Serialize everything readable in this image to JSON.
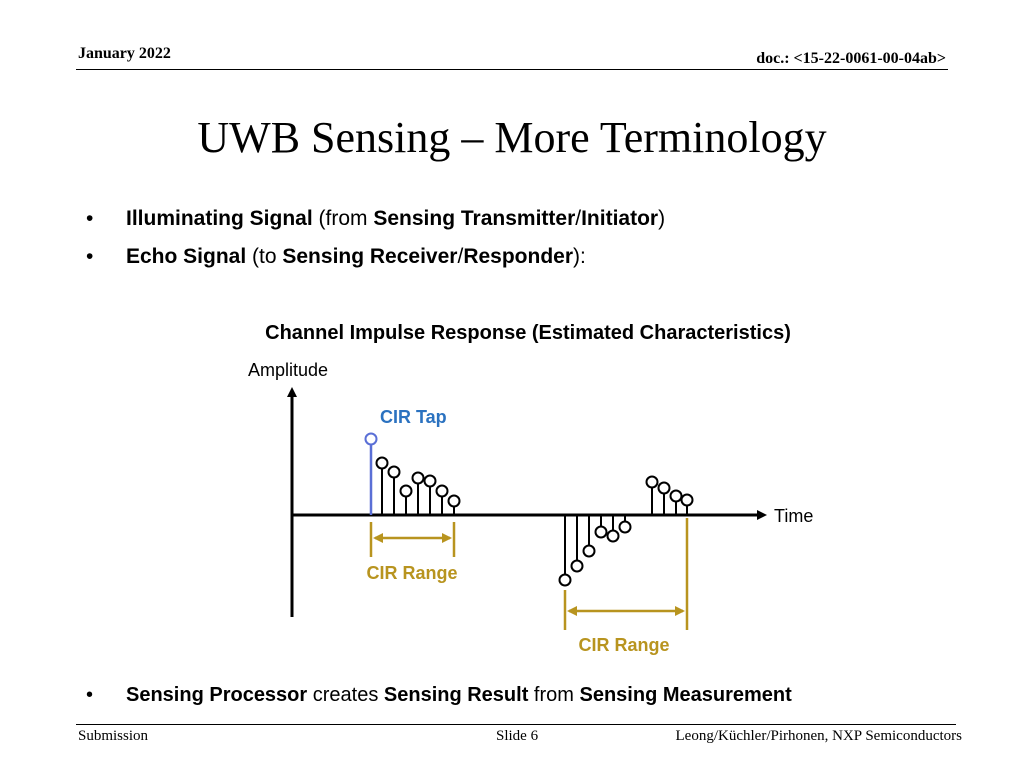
{
  "header": {
    "date": "January 2022",
    "doc": "doc.: <15-22-0061-00-04ab>"
  },
  "title": "UWB Sensing – More Terminology",
  "bullets": [
    {
      "bullet": "•",
      "term1": "Illuminating Signal",
      "mid1": " (from ",
      "term2": "Sensing Transmitter",
      "mid2": "/",
      "term3": "Initiator",
      "end": ")"
    },
    {
      "bullet": "•",
      "term1": "Echo Signal",
      "mid1": " (to ",
      "term2": "Sensing Receiver",
      "mid2": "/",
      "term3": "Responder",
      "end": "):"
    }
  ],
  "figure": {
    "title": "Channel Impulse Response (Estimated Characteristics)",
    "y_axis_label": "Amplitude",
    "x_axis_label": "Time",
    "tap_label": "CIR Tap",
    "range_label_1": "CIR Range",
    "range_label_2": "CIR Range",
    "colors": {
      "axis": "#000000",
      "tap": "#5a6fd6",
      "tap_label": "#2b72c0",
      "range": "#b8941f"
    }
  },
  "bottom_bullet": {
    "bullet": "•",
    "term1": "Sensing Processor",
    "mid1": " creates ",
    "term2": "Sensing Result",
    "mid2": " from ",
    "term3": "Sensing Measurement"
  },
  "footer": {
    "left": "Submission",
    "middle": "Slide 6",
    "right": "Leong/Küchler/Pirhonen, NXP Semiconductors"
  }
}
